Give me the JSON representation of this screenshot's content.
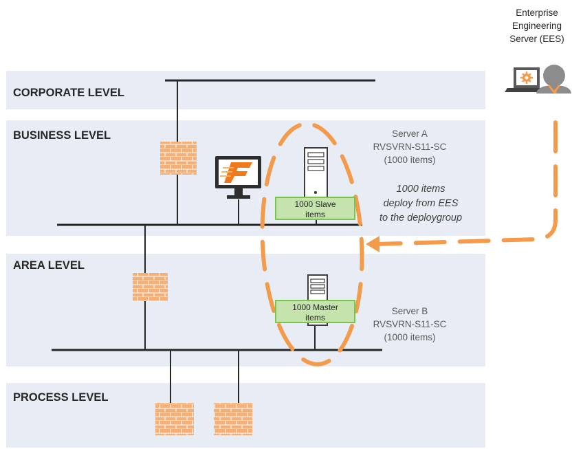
{
  "levels": {
    "corporate": "CORPORATE LEVEL",
    "business": "BUSINESS LEVEL",
    "area": "AREA LEVEL",
    "process": "PROCESS LEVEL"
  },
  "ees": {
    "line1": "Enterprise",
    "line2": "Engineering",
    "line3": "Server (EES)",
    "icon": "engineer-laptop-gear-icon"
  },
  "server_a": {
    "name": "Server A",
    "host": "RVSVRN-S11-SC",
    "items": "(1000 items)",
    "box_line1": "1000 Slave",
    "box_line2": "items"
  },
  "server_b": {
    "name": "Server B",
    "host": "RVSVRN-S11-SC",
    "items": "(1000 items)",
    "box_line1": "1000 Master",
    "box_line2": "items"
  },
  "deploy": {
    "line1": "1000 items",
    "line2": "deploy from EES",
    "line3": "to the deploygroup"
  },
  "colors": {
    "band": "#e7ecf5",
    "orange": "#f39a4b",
    "firewall": "#f5b07a",
    "green_fill": "#c4e3ad",
    "green_border": "#7cc24f",
    "line": "#262626"
  }
}
